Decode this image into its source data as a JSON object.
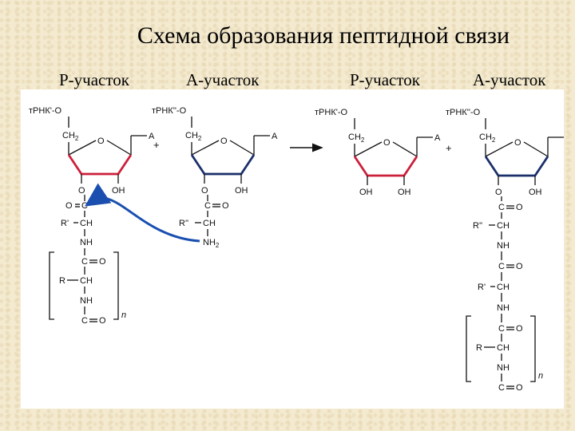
{
  "title": "Схема образования пептидной связи",
  "sites": [
    "Р-участок",
    "А-участок",
    "Р-участок",
    "А-участок"
  ],
  "molecules": {
    "trna_p": "тРНК'-O",
    "trna_a": "тРНК''-O",
    "ch2": "CH",
    "ch2_sub": "2",
    "ring_o": "O",
    "base": "A",
    "oh": "OH",
    "o": "O",
    "c": "C",
    "o_dbl": "O",
    "ch": "CH",
    "r_prime": "R'",
    "r_dprime": "R''",
    "r": "R",
    "nh": "NH",
    "nh2": "NH",
    "nh2_sub": "2",
    "plus": "+",
    "n": "n"
  },
  "colors": {
    "red": "#cc1f3a",
    "blue": "#1a4fb0",
    "navy": "#1a2e6a",
    "black": "#111111"
  }
}
